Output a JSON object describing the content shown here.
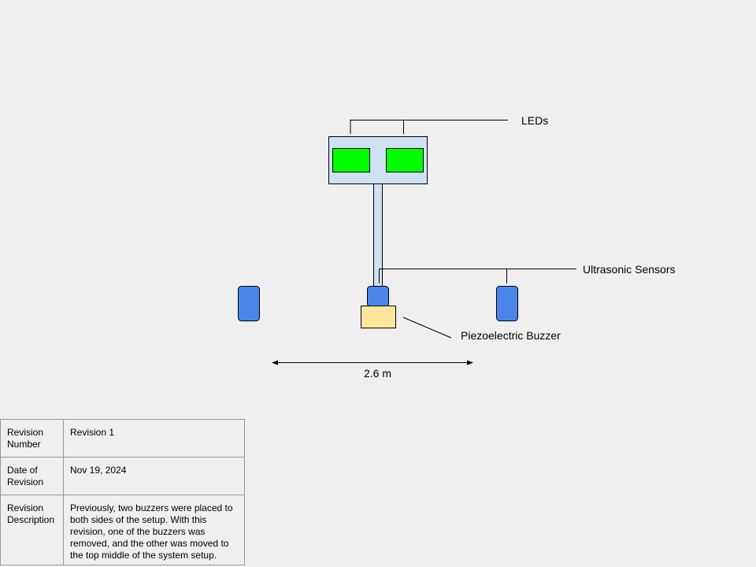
{
  "labels": {
    "leds": "LEDs",
    "ultrasonic_sensors": "Ultrasonic Sensors",
    "piezo_buzzer": "Piezoelectric Buzzer",
    "distance": "2.6 m"
  },
  "colors": {
    "background": "#efefef",
    "led": "#00ff00",
    "housing": "#cfe2f3",
    "sensor": "#4a86e8",
    "buzzer": "#ffe599"
  },
  "revision": [
    {
      "key": "Revision Number",
      "value": "Revision 1"
    },
    {
      "key": "Date of Revision",
      "value": "Nov 19, 2024"
    },
    {
      "key": "Revision Description",
      "value": "Previously, two buzzers were placed to both sides of the setup. With this revision, one of the buzzers was removed, and the other was moved to the top middle of the system setup."
    }
  ]
}
